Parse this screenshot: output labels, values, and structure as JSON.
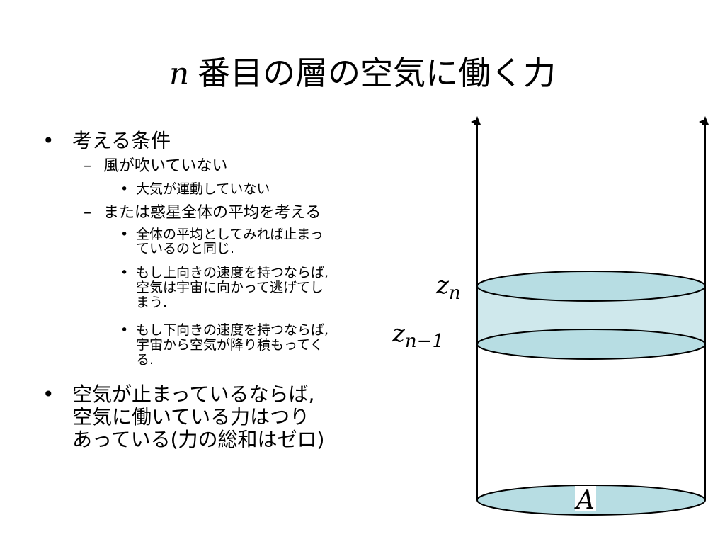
{
  "title": {
    "variable": "n",
    "text": "番目の層の空気に働く力"
  },
  "bullets": {
    "marker_l1": "•",
    "marker_l2": "–",
    "marker_l3": "•",
    "b1": "考える条件",
    "b1_1": "風が吹いていない",
    "b1_1_1": "大気が運動していない",
    "b1_2": "または惑星全体の平均を考える",
    "b1_2_1": [
      "全体の平均としてみれば止まっ",
      "ているのと同じ."
    ],
    "b1_2_2": [
      "もし上向きの速度を持つならば,",
      "空気は宇宙に向かって逃げてし",
      "まう."
    ],
    "b1_2_3": [
      "もし下向きの速度を持つならば,",
      "宇宙から空気が降り積もってく",
      "る."
    ],
    "b2": [
      "空気が止まっているならば,",
      "空気に働いている力はつり",
      "あっている(力の総和はゼロ)"
    ]
  },
  "diagram": {
    "label_top": {
      "base": "z",
      "sub": "n"
    },
    "label_mid": {
      "base": "z",
      "sub": "n−1"
    },
    "label_base": "A",
    "colors": {
      "layer_fill": "#cfe8ec",
      "ellipse_fill": "#b7dde3",
      "stroke": "#000000"
    }
  }
}
